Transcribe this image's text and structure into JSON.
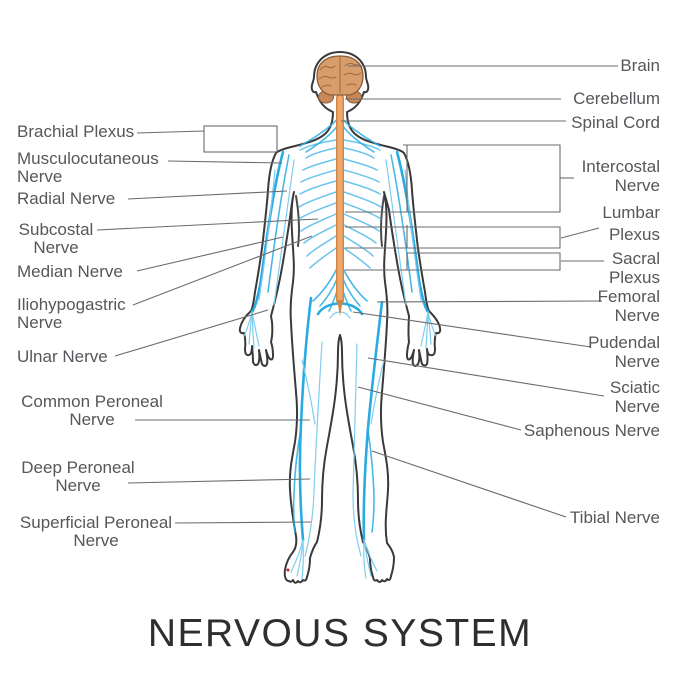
{
  "title": "NERVOUS SYSTEM",
  "colors": {
    "nerve_blue": "#29abe2",
    "nerve_blue_light": "#7fcdee",
    "spinal_cord_orange": "#f0a96b",
    "spinal_cord_outline": "#d18648",
    "brain_fill": "#d79e6c",
    "brain_outline": "#8e5d37",
    "body_outline": "#3a3a3c",
    "leader_line": "#6a6b6d",
    "label_text": "#56575a",
    "title_text": "#2e2e30"
  },
  "labels_left": [
    {
      "id": "brachial-plexus",
      "lines": [
        "Brachial Plexus"
      ]
    },
    {
      "id": "musculocutaneous-nerve",
      "lines": [
        "Musculocutaneous",
        "Nerve"
      ]
    },
    {
      "id": "radial-nerve",
      "lines": [
        "Radial Nerve"
      ]
    },
    {
      "id": "subcostal-nerve",
      "lines": [
        "Subcostal",
        "Nerve"
      ]
    },
    {
      "id": "median-nerve",
      "lines": [
        "Median Nerve"
      ]
    },
    {
      "id": "iliohypogastric-nerve",
      "lines": [
        "Iliohypogastric",
        "Nerve"
      ]
    },
    {
      "id": "ulnar-nerve",
      "lines": [
        "Ulnar Nerve"
      ]
    },
    {
      "id": "common-peroneal-nerve",
      "lines": [
        "Common Peroneal",
        "Nerve"
      ]
    },
    {
      "id": "deep-peroneal-nerve",
      "lines": [
        "Deep Peroneal",
        "Nerve"
      ]
    },
    {
      "id": "superficial-peroneal-nerve",
      "lines": [
        "Superficial Peroneal",
        "Nerve"
      ]
    }
  ],
  "labels_right": [
    {
      "id": "brain",
      "lines": [
        "Brain"
      ]
    },
    {
      "id": "cerebellum",
      "lines": [
        "Cerebellum"
      ]
    },
    {
      "id": "spinal-cord",
      "lines": [
        "Spinal Cord"
      ]
    },
    {
      "id": "intercostal-nerve",
      "lines": [
        "Intercostal",
        "Nerve"
      ]
    },
    {
      "id": "lumbar-plexus",
      "lines": [
        "Lumbar",
        "Plexus"
      ]
    },
    {
      "id": "sacral-plexus",
      "lines": [
        "Sacral",
        "Plexus"
      ]
    },
    {
      "id": "femoral-nerve",
      "lines": [
        "Femoral",
        "Nerve"
      ]
    },
    {
      "id": "pudendal-nerve",
      "lines": [
        "Pudendal",
        "Nerve"
      ]
    },
    {
      "id": "sciatic-nerve",
      "lines": [
        "Sciatic",
        "Nerve"
      ]
    },
    {
      "id": "saphenous-nerve",
      "lines": [
        "Saphenous Nerve"
      ]
    },
    {
      "id": "tibial-nerve",
      "lines": [
        "Tibial Nerve"
      ]
    }
  ]
}
